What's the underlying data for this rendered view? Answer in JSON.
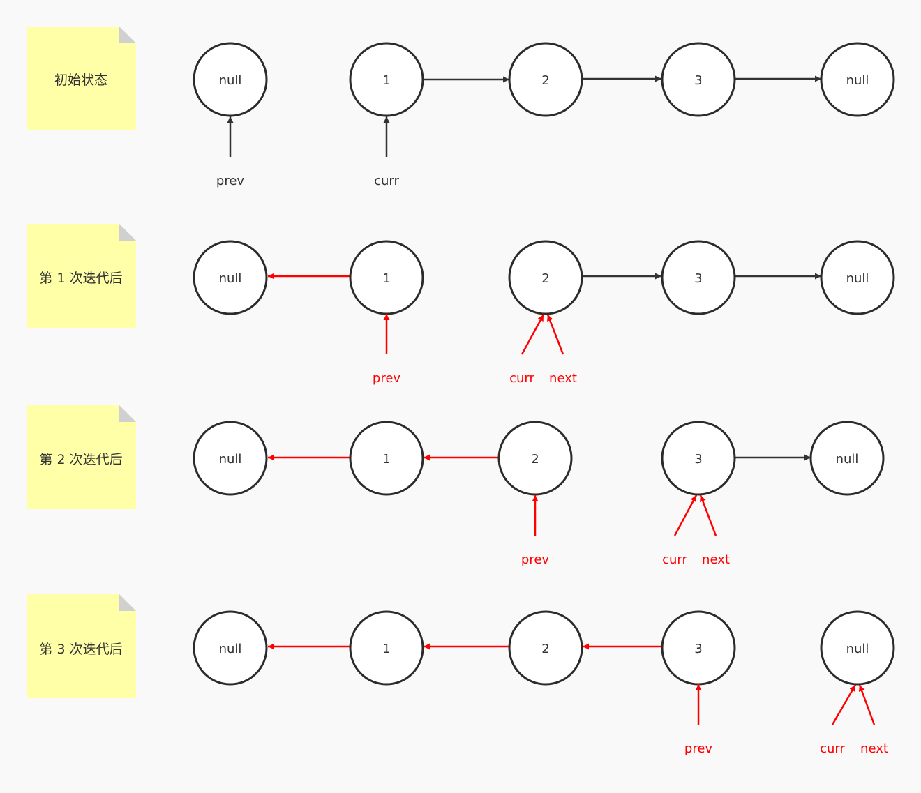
{
  "colors": {
    "background": "#f9f9f9",
    "note_fill": "#ffffa8",
    "note_fold": "#d0d0d0",
    "node_stroke": "#2b2b2b",
    "node_fill": "#ffffff",
    "edge_black": "#333333",
    "edge_red": "#ff0000"
  },
  "rows": [
    {
      "note": "初始状态",
      "nodes": [
        "null",
        "1",
        "2",
        "3",
        "null"
      ],
      "pointers": {
        "prev": "prev",
        "curr": "curr"
      }
    },
    {
      "note": "第 1 次迭代后",
      "nodes": [
        "null",
        "1",
        "2",
        "3",
        "null"
      ],
      "pointers": {
        "prev": "prev",
        "curr": "curr",
        "next": "next"
      }
    },
    {
      "note": "第 2 次迭代后",
      "nodes": [
        "null",
        "1",
        "2",
        "3",
        "null"
      ],
      "pointers": {
        "prev": "prev",
        "curr": "curr",
        "next": "next"
      }
    },
    {
      "note": "第 3 次迭代后",
      "nodes": [
        "null",
        "1",
        "2",
        "3",
        "null"
      ],
      "pointers": {
        "prev": "prev",
        "curr": "curr",
        "next": "next"
      }
    }
  ]
}
